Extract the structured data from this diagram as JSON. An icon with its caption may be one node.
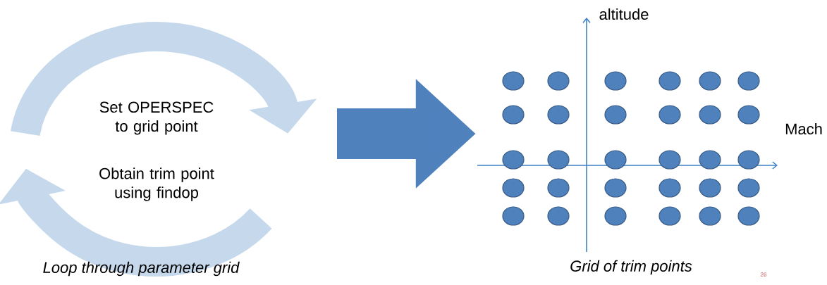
{
  "diagram": {
    "nodes": [
      {
        "text": [
          "Set OPERSPEC to grid point"
        ]
      },
      {
        "text": [
          "Obtain trim point using findop"
        ]
      },
      {
        "text": [],
        "shape": "picture"
      }
    ],
    "edges": [
      {
        "from": null,
        "to": 2,
        "arrow": "to"
      }
    ],
    "labels": [
      "Loop through parameter grid",
      "altitude",
      "Mach",
      "Grid of trim points",
      "26"
    ]
  }
}
